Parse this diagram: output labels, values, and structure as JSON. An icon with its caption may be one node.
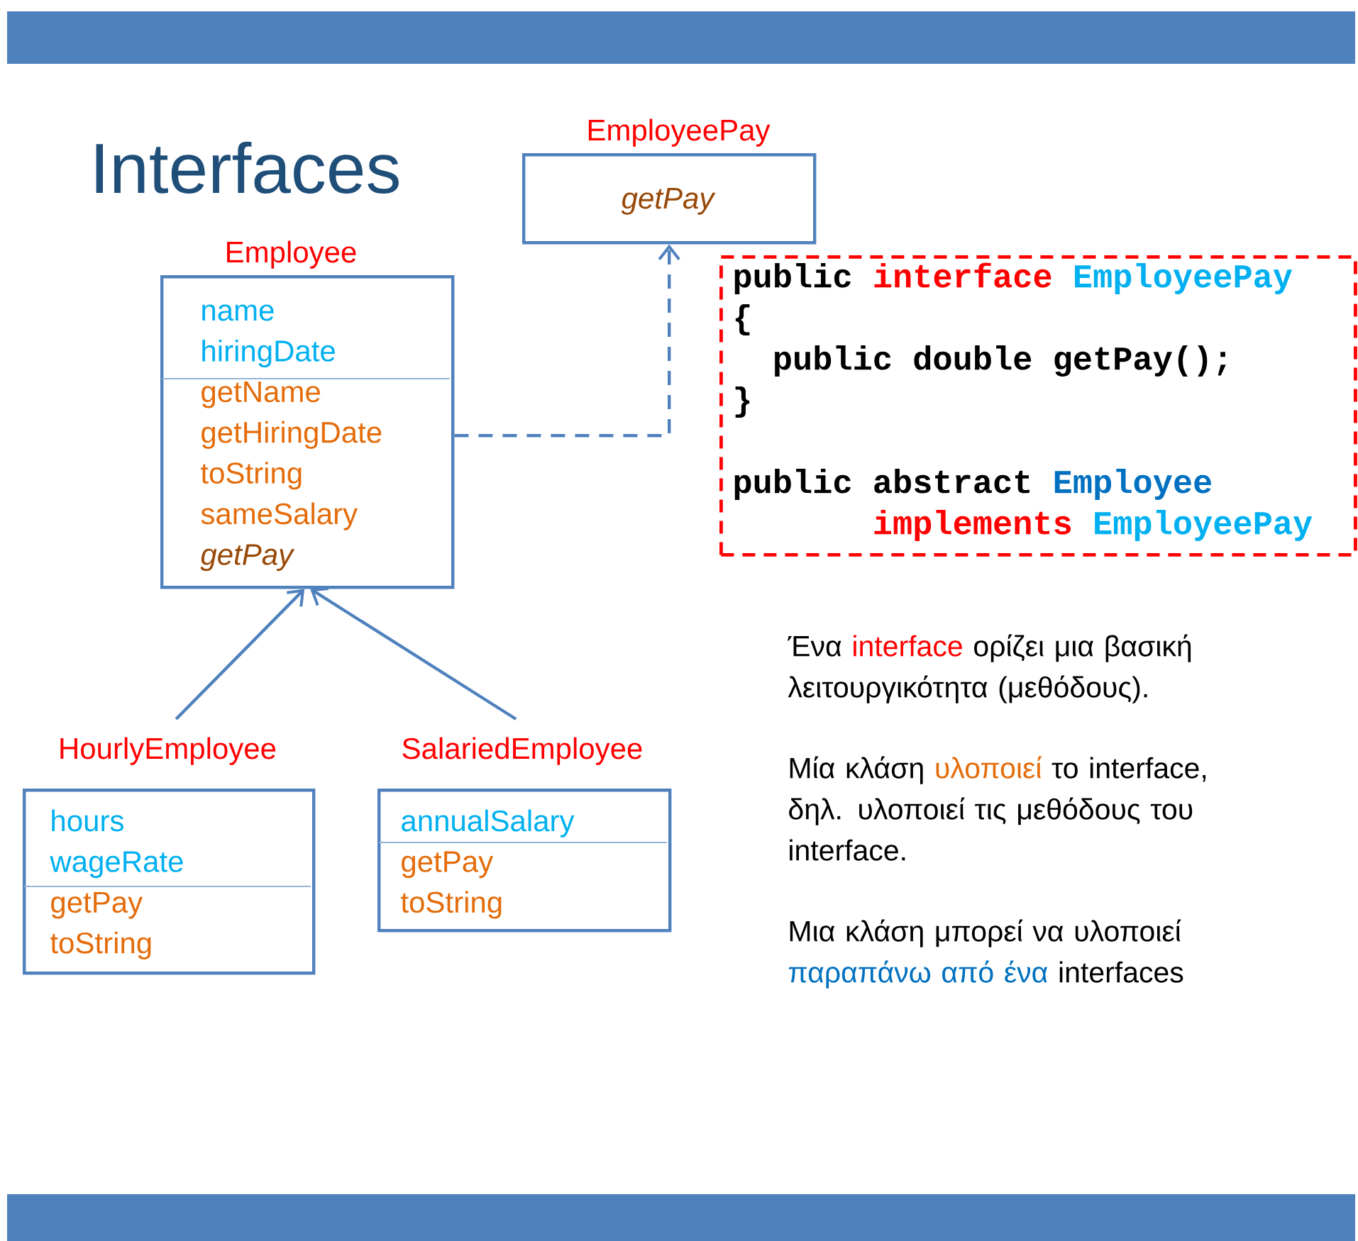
{
  "diagram": {
    "title": "Interfaces",
    "nodes": [
      {
        "text": [
          "EmployeePay",
          "getPay"
        ]
      },
      {
        "text": [
          "Employee",
          "name",
          "hiringDate",
          "getName",
          "getHiringDate",
          "toString",
          "sameSalary",
          "getPay"
        ]
      },
      {
        "text": [
          "public",
          "interface",
          "EmployeePay",
          "{",
          "public double getPay();",
          "}",
          "public abstract",
          "Employee",
          "implements",
          "EmployeePay"
        ]
      },
      {
        "text": [
          "HourlyEmployee",
          "hours",
          "wageRate",
          "getPay",
          "toString"
        ]
      },
      {
        "text": [
          "SalariedEmployee",
          "annualSalary",
          "getPay",
          "toString"
        ]
      }
    ],
    "edges": [
      {
        "from": 3,
        "to": 1,
        "arrow": "to"
      },
      {
        "from": 4,
        "to": 1,
        "arrow": "to"
      },
      {
        "from": 1,
        "to": 0,
        "arrow": "to",
        "style": "dashed"
      }
    ],
    "labels": [
      "Ένα",
      "interface",
      "ορίζει μια βασική λειτουργικότητα (μεθόδους).",
      "Μία κλάση",
      "υλοποιεί",
      "το interface, δηλ. υλοποιεί τις μεθόδους του interface.",
      "Μια κλάση μπορεί να υλοποιεί",
      "παραπάνω από ένα",
      "interfaces"
    ]
  }
}
